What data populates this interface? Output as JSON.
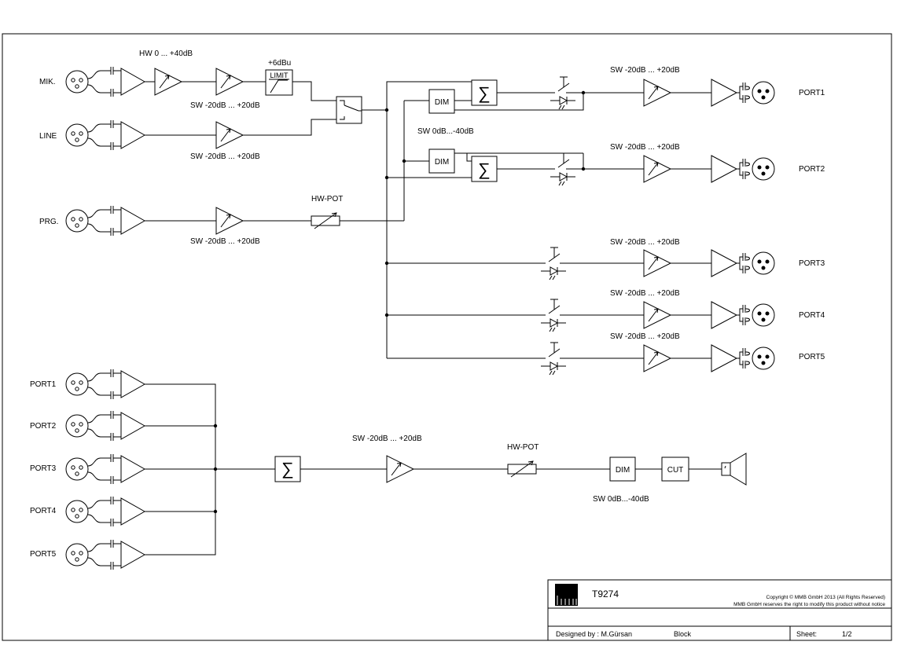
{
  "inputs": {
    "mic": "MIK.",
    "line": "LINE",
    "prg": "PRG."
  },
  "labels": {
    "hw_gain": "HW 0 ... +40dB",
    "limit_level": "+6dBu",
    "limit": "LIMIT",
    "sw_gain": "SW -20dB ... +20dB",
    "dim_range": "SW 0dB...-40dB",
    "dim": "DIM",
    "hw_pot": "HW-POT",
    "cut": "CUT",
    "sigma": "∑"
  },
  "outputs": [
    "PORT1",
    "PORT2",
    "PORT3",
    "PORT4",
    "PORT5"
  ],
  "return_inputs": [
    "PORT1",
    "PORT2",
    "PORT3",
    "PORT4",
    "PORT5"
  ],
  "title_block": {
    "number": "T9274",
    "copyright": "Copyright © MMB GmbH 2013 (All Rights Reserved)",
    "notice": "MMB GmbH reserves the right to modify this product without notice",
    "designed_by": "Designed by : M.Gürsan",
    "type": "Block",
    "sheet_label": "Sheet:",
    "sheet_value": "1/2"
  }
}
